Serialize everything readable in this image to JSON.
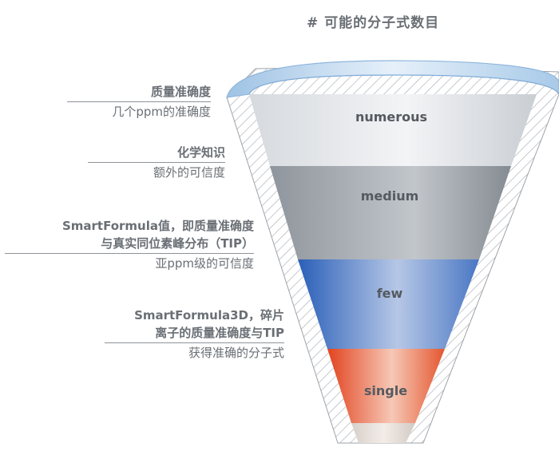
{
  "title": "# 可能的分子式数目",
  "levels": [
    {
      "label": "numerous"
    },
    {
      "label": "medium"
    },
    {
      "label": "few"
    },
    {
      "label": "single"
    }
  ],
  "annotations": [
    {
      "title_lines": [
        "质量准确度"
      ],
      "subtitle": "几个ppm的准确度"
    },
    {
      "title_lines": [
        "化学知识"
      ],
      "subtitle": "额外的可信度"
    },
    {
      "title_lines": [
        "SmartFormula值，即质量准确度",
        "与真实同位素峰分布（TIP）"
      ],
      "subtitle": "亚ppm级的可信度"
    },
    {
      "title_lines": [
        "SmartFormula3D，碎片",
        "离子的质量准确度与TIP"
      ],
      "subtitle": "获得准确的分子式"
    }
  ],
  "colors": {
    "numerous": "#e6e9ed",
    "medium": "#a6acb3",
    "few": "#3a6fc2",
    "single": "#e8502e",
    "text": "#6a6f75"
  }
}
